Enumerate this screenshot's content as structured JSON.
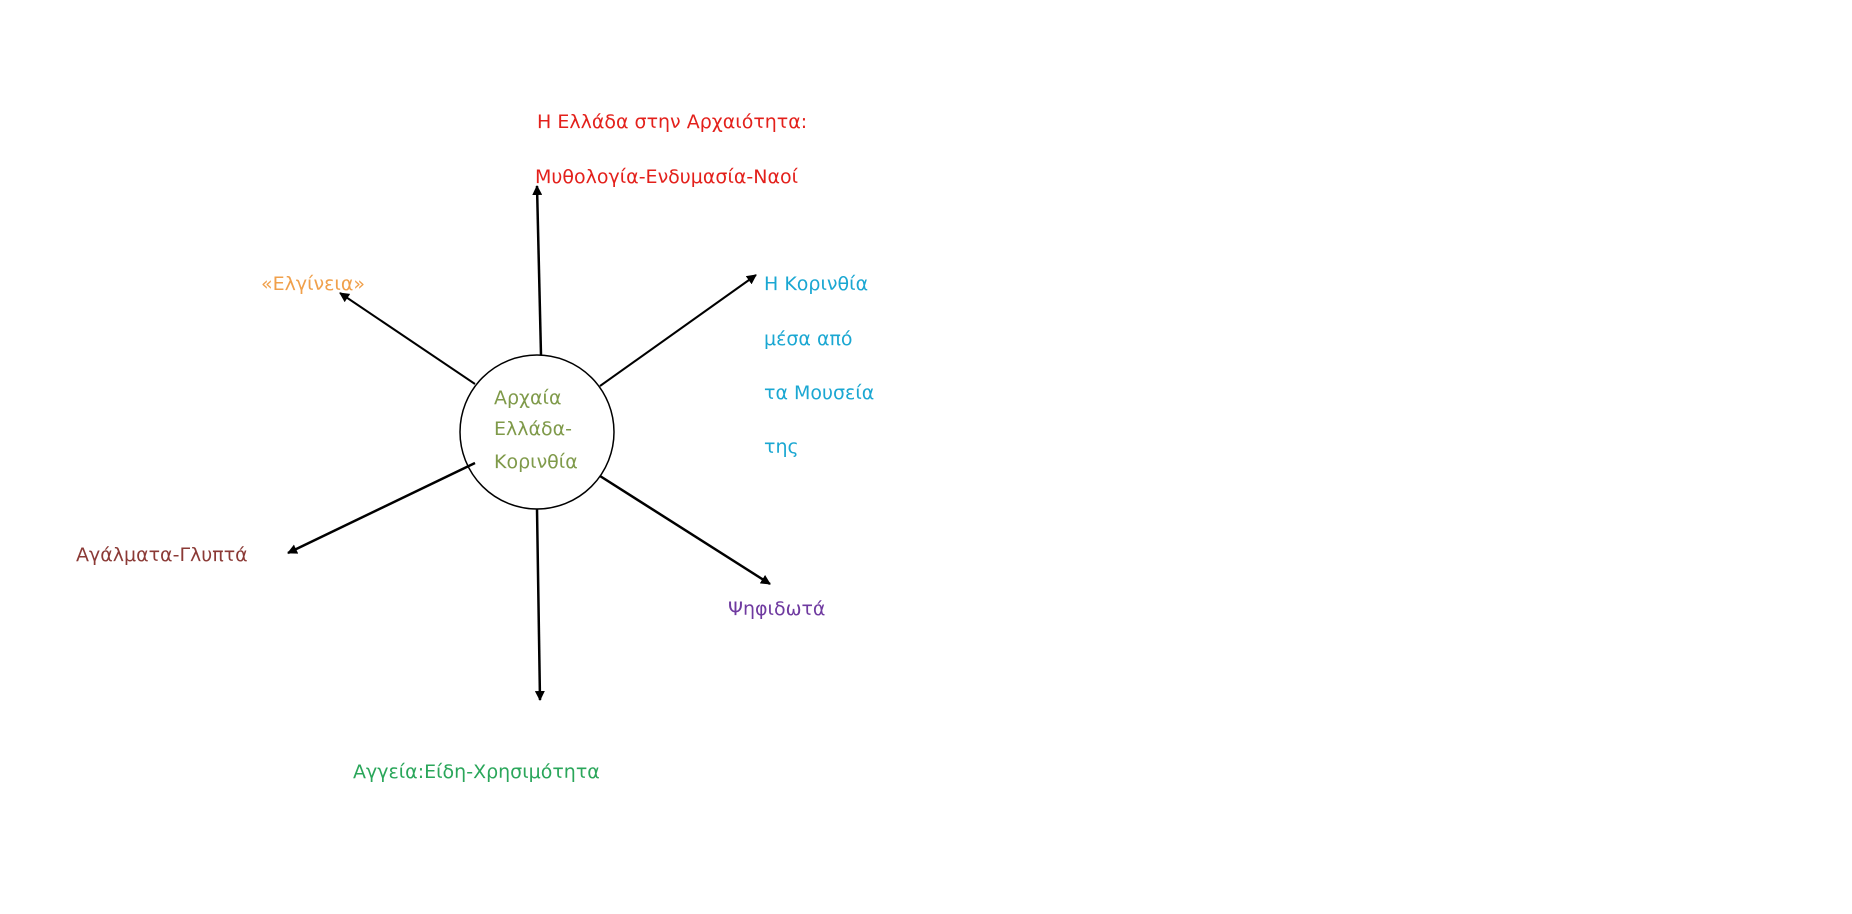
{
  "center": {
    "lines": [
      "Αρχαία",
      "Ελλάδα-",
      "Κορινθία"
    ],
    "color": "#7f9a4a"
  },
  "branches": {
    "top": {
      "lines": [
        "Η Ελλάδα στην Αρχαιότητα:",
        "Μυθολογία-Ενδυμασία-Ναοί"
      ],
      "color": "#e3201b"
    },
    "upper_left": {
      "lines": [
        "«Ελγίνεια»"
      ],
      "color": "#f0a04b"
    },
    "upper_right": {
      "lines": [
        "Η Κορινθία",
        "μέσα από",
        "τα Μουσεία",
        "της"
      ],
      "color": "#1aa7d2"
    },
    "lower_left": {
      "lines": [
        "Αγάλματα-Γλυπτά"
      ],
      "color": "#8b3a36"
    },
    "lower_right": {
      "lines": [
        "Ψηφιδωτά"
      ],
      "color": "#6f3aa0"
    },
    "bottom": {
      "lines": [
        "Αγγεία:Είδη-Χρησιμότητα"
      ],
      "color": "#2aa65a"
    }
  }
}
